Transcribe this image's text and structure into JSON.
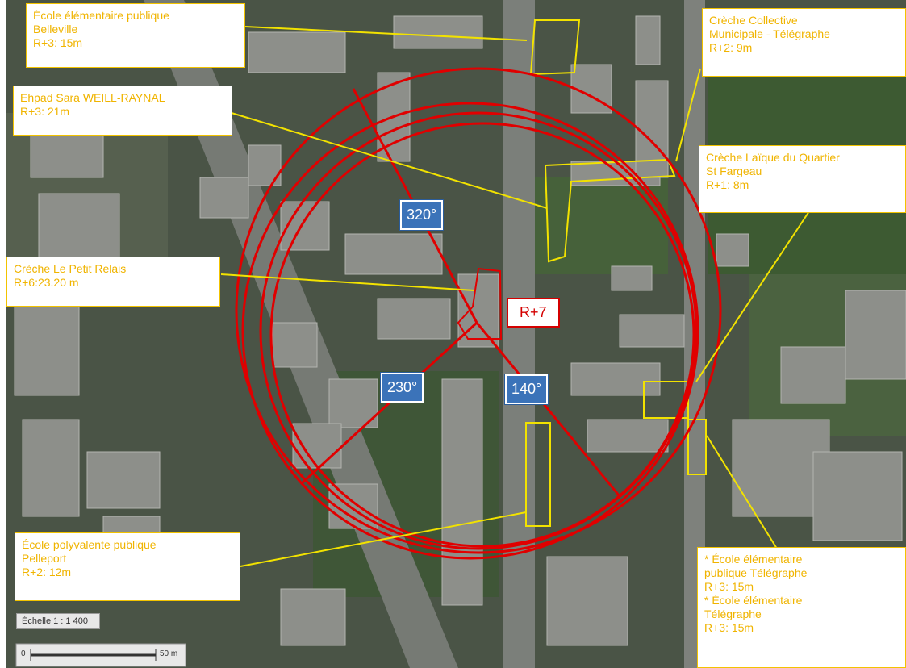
{
  "map": {
    "center_label": "R+7",
    "angles": [
      "320°",
      "230°",
      "140°"
    ],
    "scale_text": "Échelle 1 : 1 400",
    "scale_bar": {
      "start": "0",
      "end": "50 m"
    }
  },
  "callouts": [
    {
      "text": "École élémentaire publique\nBelleville\nR+3: 15m"
    },
    {
      "text": "Crèche Collective\nMunicipale - Télégraphe\nR+2: 9m"
    },
    {
      "text": "Ehpad Sara WEILL-RAYNAL\nR+3: 21m"
    },
    {
      "text": "Crèche Laïque du Quartier\nSt Fargeau\nR+1: 8m"
    },
    {
      "text": "Crèche Le Petit Relais\nR+6:23.20 m"
    },
    {
      "text": "École polyvalente publique\nPelleport\nR+2: 12m"
    },
    {
      "text": "* École élémentaire\npublique Télégraphe\nR+3: 15m\n* École élémentaire\nTélégraphe\nR+3: 15m"
    }
  ],
  "colors": {
    "radius": "#e00000",
    "callout_border": "#f2c300",
    "callout_text": "#f0b400",
    "angle_bg": "#3b73b9"
  }
}
